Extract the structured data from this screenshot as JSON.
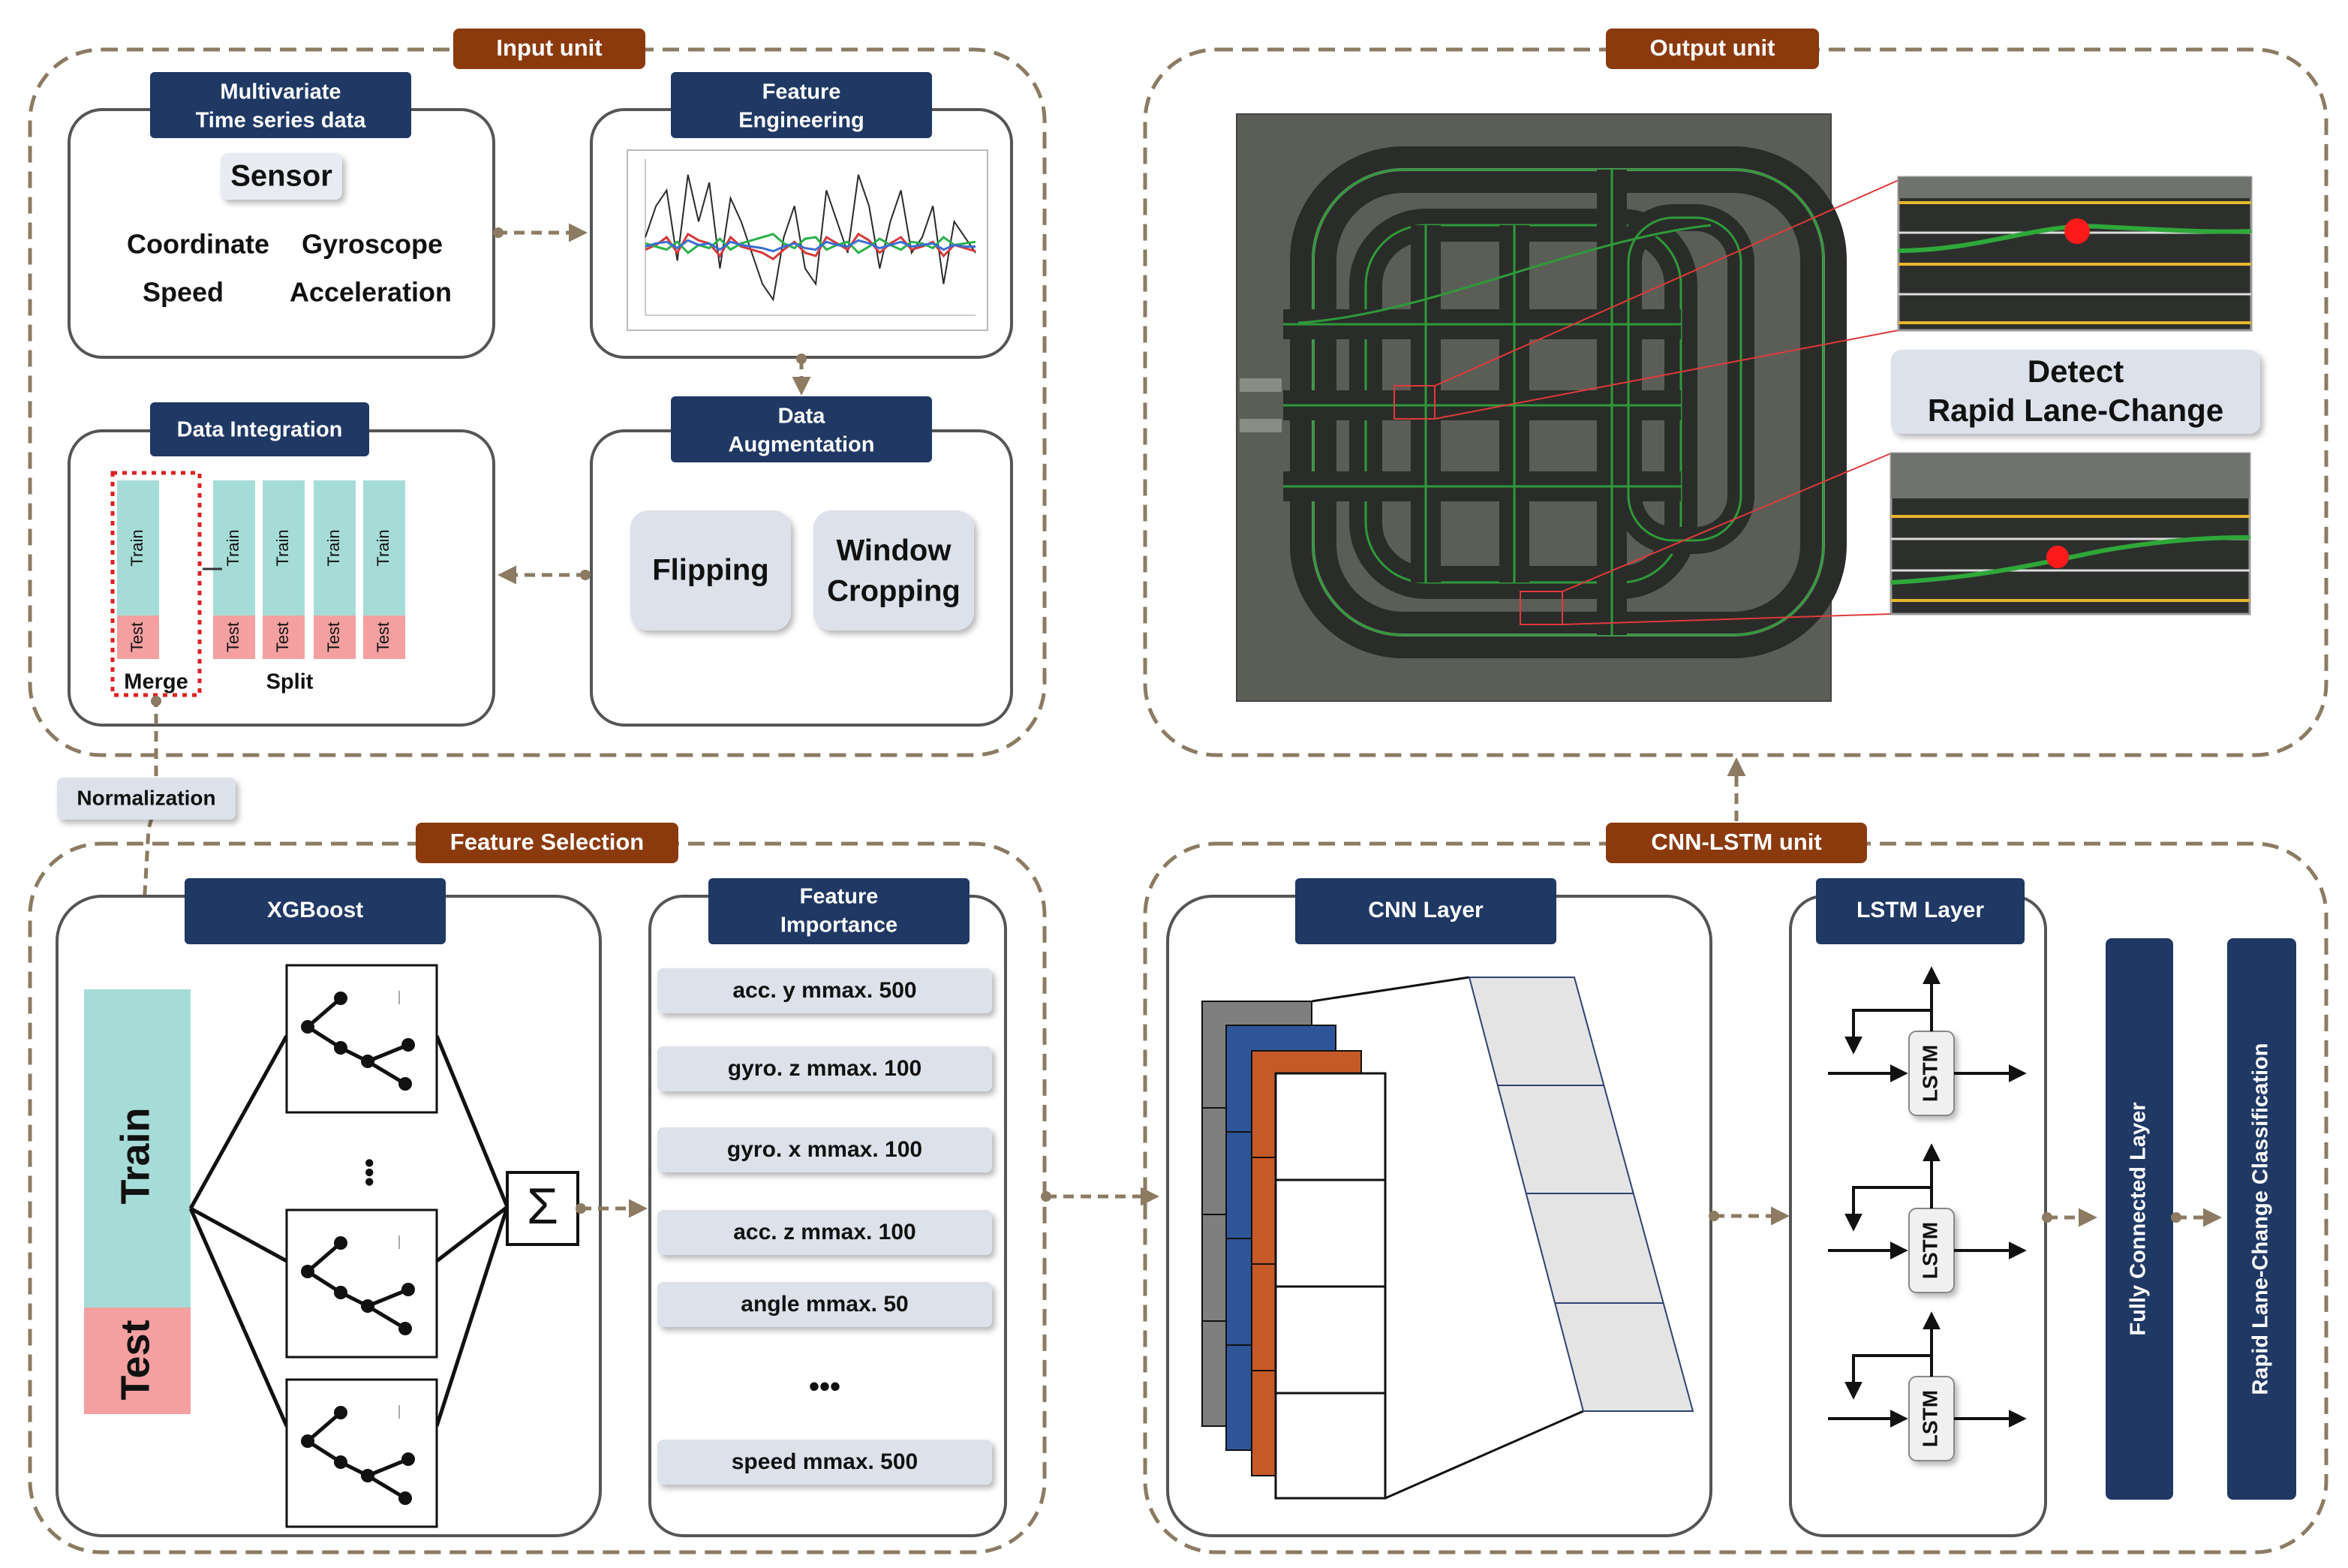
{
  "input_unit": {
    "title": "Input unit",
    "mts": {
      "title_lines": [
        "Multivariate",
        "Time series data"
      ],
      "sensor": "Sensor",
      "items": [
        "Coordinate",
        "Gyroscope",
        "Speed",
        "Acceleration"
      ]
    },
    "fe": {
      "title_lines": [
        "Feature",
        "Engineering"
      ]
    },
    "di": {
      "title": "Data Integration",
      "train": "Train",
      "test": "Test",
      "merge": "Merge",
      "split": "Split"
    },
    "da": {
      "title_lines": [
        "Data",
        "Augmentation"
      ],
      "flipping": "Flipping",
      "window_lines": [
        "Window",
        "Cropping"
      ]
    }
  },
  "normalization": "Normalization",
  "feature_selection": {
    "title": "Feature Selection",
    "xgboost": {
      "title": "XGBoost",
      "train": "Train",
      "test": "Test",
      "dots": "•••",
      "sigma": "Σ"
    },
    "fi": {
      "title_lines": [
        "Feature",
        "Importance"
      ],
      "items": [
        "acc. y mmax. 500",
        "gyro. z mmax. 100",
        "gyro. x mmax. 100",
        "acc. z mmax. 100",
        "angle mmax. 50"
      ],
      "dots": "•••",
      "last": "speed mmax. 500"
    }
  },
  "output_unit": {
    "title": "Output unit",
    "detect_lines": [
      "Detect",
      "Rapid Lane-Change"
    ]
  },
  "cnn_lstm": {
    "title": "CNN-LSTM unit",
    "cnn": "CNN Layer",
    "lstm": "LSTM Layer",
    "cell": "LSTM",
    "fc": "Fully Connected Layer",
    "cls": "Rapid Lane-Change Classification"
  },
  "colors": {
    "navy": "#1f3864",
    "brown": "#8b3a0e",
    "dash": "#8c7b62",
    "teal": "#a6dcd8",
    "pink": "#f4a0a0",
    "track": "#5b5e57",
    "orange": "#c55a28",
    "blue": "#2e5597"
  },
  "chart_thumbnail": {
    "series": [
      {
        "color": "#2a2a2a",
        "values": [
          0.5,
          0.7,
          0.8,
          0.35,
          0.9,
          0.6,
          0.85,
          0.3,
          0.75,
          0.6,
          0.4,
          0.2,
          0.1,
          0.5,
          0.7,
          0.3,
          0.2,
          0.8,
          0.6,
          0.4,
          0.9,
          0.7,
          0.3,
          0.6,
          0.8,
          0.4,
          0.5,
          0.7,
          0.2,
          0.6,
          0.5,
          0.4
        ]
      },
      {
        "color": "#d33a3a",
        "values": [
          0.42,
          0.45,
          0.5,
          0.4,
          0.52,
          0.48,
          0.46,
          0.38,
          0.5,
          0.44,
          0.42,
          0.4,
          0.36,
          0.42,
          0.47,
          0.4,
          0.38,
          0.5,
          0.46,
          0.42,
          0.52,
          0.48,
          0.4,
          0.46,
          0.5,
          0.42,
          0.44,
          0.47,
          0.38,
          0.45,
          0.43,
          0.41
        ]
      },
      {
        "color": "#29b14a",
        "values": [
          0.46,
          0.44,
          0.42,
          0.47,
          0.4,
          0.45,
          0.43,
          0.49,
          0.42,
          0.46,
          0.48,
          0.5,
          0.52,
          0.46,
          0.43,
          0.49,
          0.5,
          0.42,
          0.45,
          0.47,
          0.4,
          0.44,
          0.49,
          0.45,
          0.42,
          0.47,
          0.46,
          0.43,
          0.5,
          0.45,
          0.46,
          0.47
        ]
      },
      {
        "color": "#3a6fd3",
        "values": [
          0.44,
          0.46,
          0.47,
          0.43,
          0.48,
          0.45,
          0.46,
          0.42,
          0.47,
          0.45,
          0.44,
          0.43,
          0.41,
          0.44,
          0.46,
          0.43,
          0.42,
          0.47,
          0.45,
          0.44,
          0.48,
          0.46,
          0.43,
          0.45,
          0.47,
          0.44,
          0.45,
          0.46,
          0.42,
          0.45,
          0.44,
          0.44
        ]
      }
    ]
  }
}
